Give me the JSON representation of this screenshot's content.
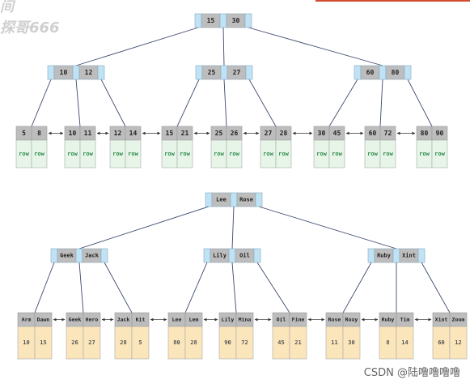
{
  "overlay": {
    "line1": "间",
    "line2": "探哥666"
  },
  "watermark": "CSDN @陆噜噜噜噜",
  "colors": {
    "key_cell": "#bdbdbd",
    "pointer_cell": "#bfe3f5",
    "row_cell": "#e6f5e8",
    "row_text": "#2f8a4a",
    "value_cell": "#fbe5bb",
    "value_text": "#555555",
    "edge": "#3d4a6e"
  },
  "tree1": {
    "root": [
      "15",
      "30"
    ],
    "internal": [
      [
        "10",
        "12"
      ],
      [
        "25",
        "27"
      ],
      [
        "60",
        "80"
      ]
    ],
    "leaves": [
      {
        "keys": [
          "5",
          "8"
        ],
        "data": [
          "row",
          "row"
        ]
      },
      {
        "keys": [
          "10",
          "11"
        ],
        "data": [
          "row",
          "row"
        ]
      },
      {
        "keys": [
          "12",
          "14"
        ],
        "data": [
          "row",
          "row"
        ]
      },
      {
        "keys": [
          "15",
          "21"
        ],
        "data": [
          "row",
          "row"
        ]
      },
      {
        "keys": [
          "25",
          "26"
        ],
        "data": [
          "row",
          "row"
        ]
      },
      {
        "keys": [
          "27",
          "28"
        ],
        "data": [
          "row",
          "row"
        ]
      },
      {
        "keys": [
          "30",
          "45"
        ],
        "data": [
          "row",
          "row"
        ]
      },
      {
        "keys": [
          "60",
          "72"
        ],
        "data": [
          "row",
          "row"
        ]
      },
      {
        "keys": [
          "80",
          "90"
        ],
        "data": [
          "row",
          "row"
        ]
      }
    ]
  },
  "tree2": {
    "root": [
      "Lee",
      "Rose"
    ],
    "internal": [
      [
        "Geek",
        "Jack"
      ],
      [
        "Lily",
        "Oil"
      ],
      [
        "Ruby",
        "Xint"
      ]
    ],
    "leaves": [
      {
        "keys": [
          "Arm",
          "Dawn"
        ],
        "data": [
          "10",
          "15"
        ]
      },
      {
        "keys": [
          "Geek",
          "Hero"
        ],
        "data": [
          "26",
          "27"
        ]
      },
      {
        "keys": [
          "Jack",
          "Kit"
        ],
        "data": [
          "28",
          "5"
        ]
      },
      {
        "keys": [
          "Lee",
          "Lem"
        ],
        "data": [
          "80",
          "28"
        ]
      },
      {
        "keys": [
          "Lily",
          "Mina"
        ],
        "data": [
          "90",
          "72"
        ]
      },
      {
        "keys": [
          "Oil",
          "Fine"
        ],
        "data": [
          "45",
          "21"
        ]
      },
      {
        "keys": [
          "Rose",
          "Roxy"
        ],
        "data": [
          "11",
          "30"
        ]
      },
      {
        "keys": [
          "Ruby",
          "Tim"
        ],
        "data": [
          "8",
          "14"
        ]
      },
      {
        "keys": [
          "Xint",
          "Zoom"
        ],
        "data": [
          "60",
          "12"
        ]
      }
    ]
  }
}
